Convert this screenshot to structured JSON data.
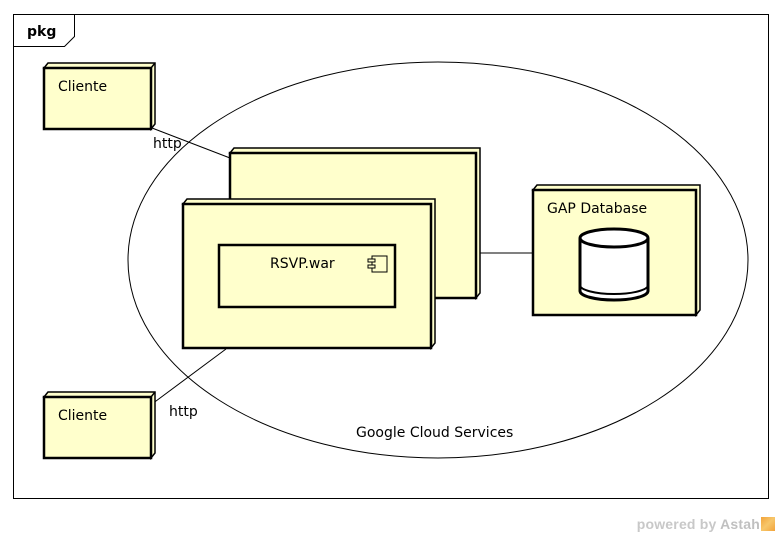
{
  "package": {
    "label": "pkg"
  },
  "nodes": {
    "client_top": "Cliente",
    "client_bottom": "Cliente",
    "database": "GAP Database",
    "component": "RSVP.war"
  },
  "links": {
    "top": "http",
    "bottom": "http"
  },
  "cloud": {
    "label": "Google Cloud Services"
  },
  "watermark": {
    "prefix": "powered by ",
    "brand": "Astah"
  },
  "colors": {
    "node_fill": "#ffffcc",
    "stroke": "#000000",
    "background": "#ffffff"
  }
}
